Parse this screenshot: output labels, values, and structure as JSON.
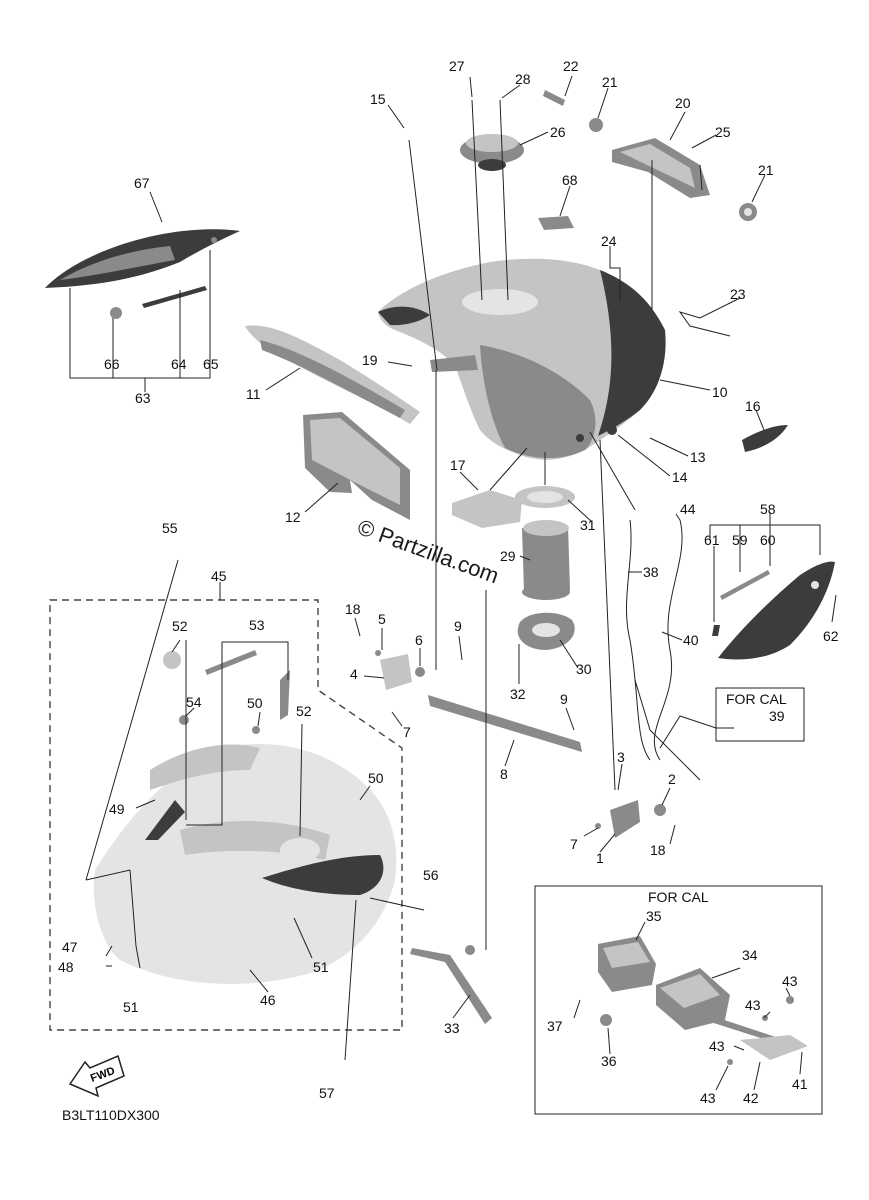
{
  "diagram_code": "B3LT110DX300",
  "watermark": "© Partzilla.com",
  "for_cal_label_1": "FOR CAL",
  "for_cal_label_2": "FOR CAL",
  "fwd_label": "FWD",
  "callouts": {
    "c1": "1",
    "c2": "2",
    "c3": "3",
    "c4": "4",
    "c5": "5",
    "c6": "6",
    "c7a": "7",
    "c7b": "7",
    "c8": "8",
    "c9a": "9",
    "c9b": "9",
    "c10": "10",
    "c11": "11",
    "c12": "12",
    "c13": "13",
    "c14": "14",
    "c15": "15",
    "c16": "16",
    "c17": "17",
    "c18a": "18",
    "c18b": "18",
    "c19": "19",
    "c20": "20",
    "c21a": "21",
    "c21b": "21",
    "c22": "22",
    "c23": "23",
    "c24": "24",
    "c25": "25",
    "c26": "26",
    "c27": "27",
    "c28": "28",
    "c29": "29",
    "c30": "30",
    "c31": "31",
    "c32": "32",
    "c33": "33",
    "c34": "34",
    "c35": "35",
    "c36": "36",
    "c37": "37",
    "c38": "38",
    "c39": "39",
    "c40": "40",
    "c41": "41",
    "c42": "42",
    "c43a": "43",
    "c43b": "43",
    "c43c": "43",
    "c43d": "43",
    "c44": "44",
    "c45": "45",
    "c46": "46",
    "c47": "47",
    "c48": "48",
    "c49": "49",
    "c50a": "50",
    "c50b": "50",
    "c51a": "51",
    "c51b": "51",
    "c52a": "52",
    "c52b": "52",
    "c53": "53",
    "c54": "54",
    "c55": "55",
    "c56": "56",
    "c57": "57",
    "c58": "58",
    "c59": "59",
    "c60": "60",
    "c61": "61",
    "c62": "62",
    "c63": "63",
    "c64": "64",
    "c65": "65",
    "c66": "66",
    "c67": "67",
    "c68": "68"
  }
}
